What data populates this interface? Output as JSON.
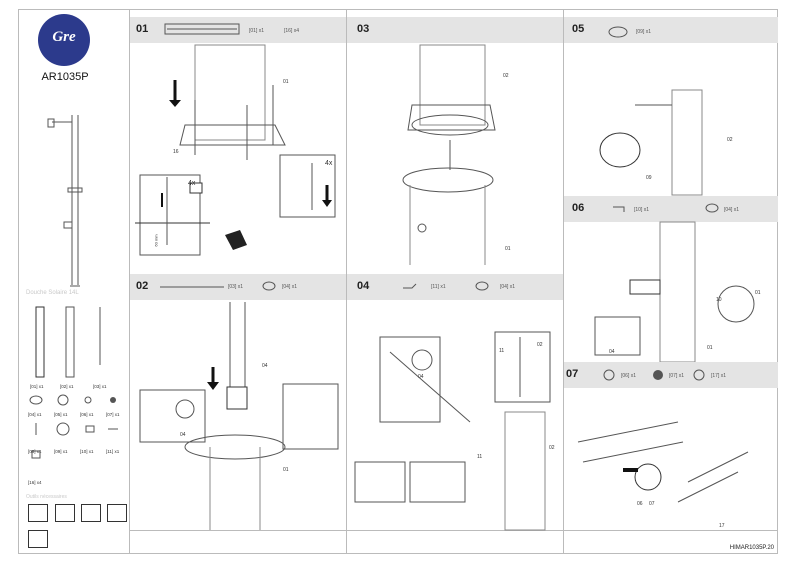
{
  "brand": {
    "logo_text": "Gre",
    "model": "AR1035P",
    "subtitle": "Douche Solaire 14L",
    "tools_title": "Outils nécessaires"
  },
  "parts": [
    {
      "code": "[01]",
      "qty": "x1"
    },
    {
      "code": "[02]",
      "qty": "x1"
    },
    {
      "code": "[03]",
      "qty": "x1"
    },
    {
      "code": "[04]",
      "qty": "x1"
    },
    {
      "code": "[05]",
      "qty": "x1"
    },
    {
      "code": "[06]",
      "qty": "x1"
    },
    {
      "code": "[07]",
      "qty": "x1"
    },
    {
      "code": "[08]",
      "qty": "x1"
    },
    {
      "code": "[09]",
      "qty": "x1"
    },
    {
      "code": "[10]",
      "qty": "x1"
    },
    {
      "code": "[11]",
      "qty": "x1"
    },
    {
      "code": "[16]",
      "qty": "x4"
    }
  ],
  "steps": [
    {
      "num": "01",
      "parts": [
        "[01] x1",
        "[16] x4"
      ],
      "labels": [
        "01",
        "16",
        "4x",
        "4x",
        "60 mm"
      ]
    },
    {
      "num": "02",
      "parts": [
        "[03] x1",
        "[04] x1"
      ],
      "labels": [
        "04",
        "04",
        "01"
      ]
    },
    {
      "num": "03",
      "parts": [],
      "labels": [
        "02",
        "01"
      ]
    },
    {
      "num": "04",
      "parts": [
        "[11] x1",
        "[04] x1"
      ],
      "labels": [
        "04",
        "11",
        "02",
        "11",
        "02"
      ]
    },
    {
      "num": "05",
      "parts": [
        "[09] x1"
      ],
      "labels": [
        "09",
        "02"
      ]
    },
    {
      "num": "06",
      "parts": [
        "[10] x1",
        "[04] x1"
      ],
      "labels": [
        "10",
        "01",
        "04",
        "01"
      ]
    },
    {
      "num": "07",
      "parts": [
        "[06] x1",
        "[07] x1",
        "[17] x1"
      ],
      "labels": [
        "06",
        "07",
        "17"
      ]
    }
  ],
  "footer": "HIMAR1035P.20"
}
